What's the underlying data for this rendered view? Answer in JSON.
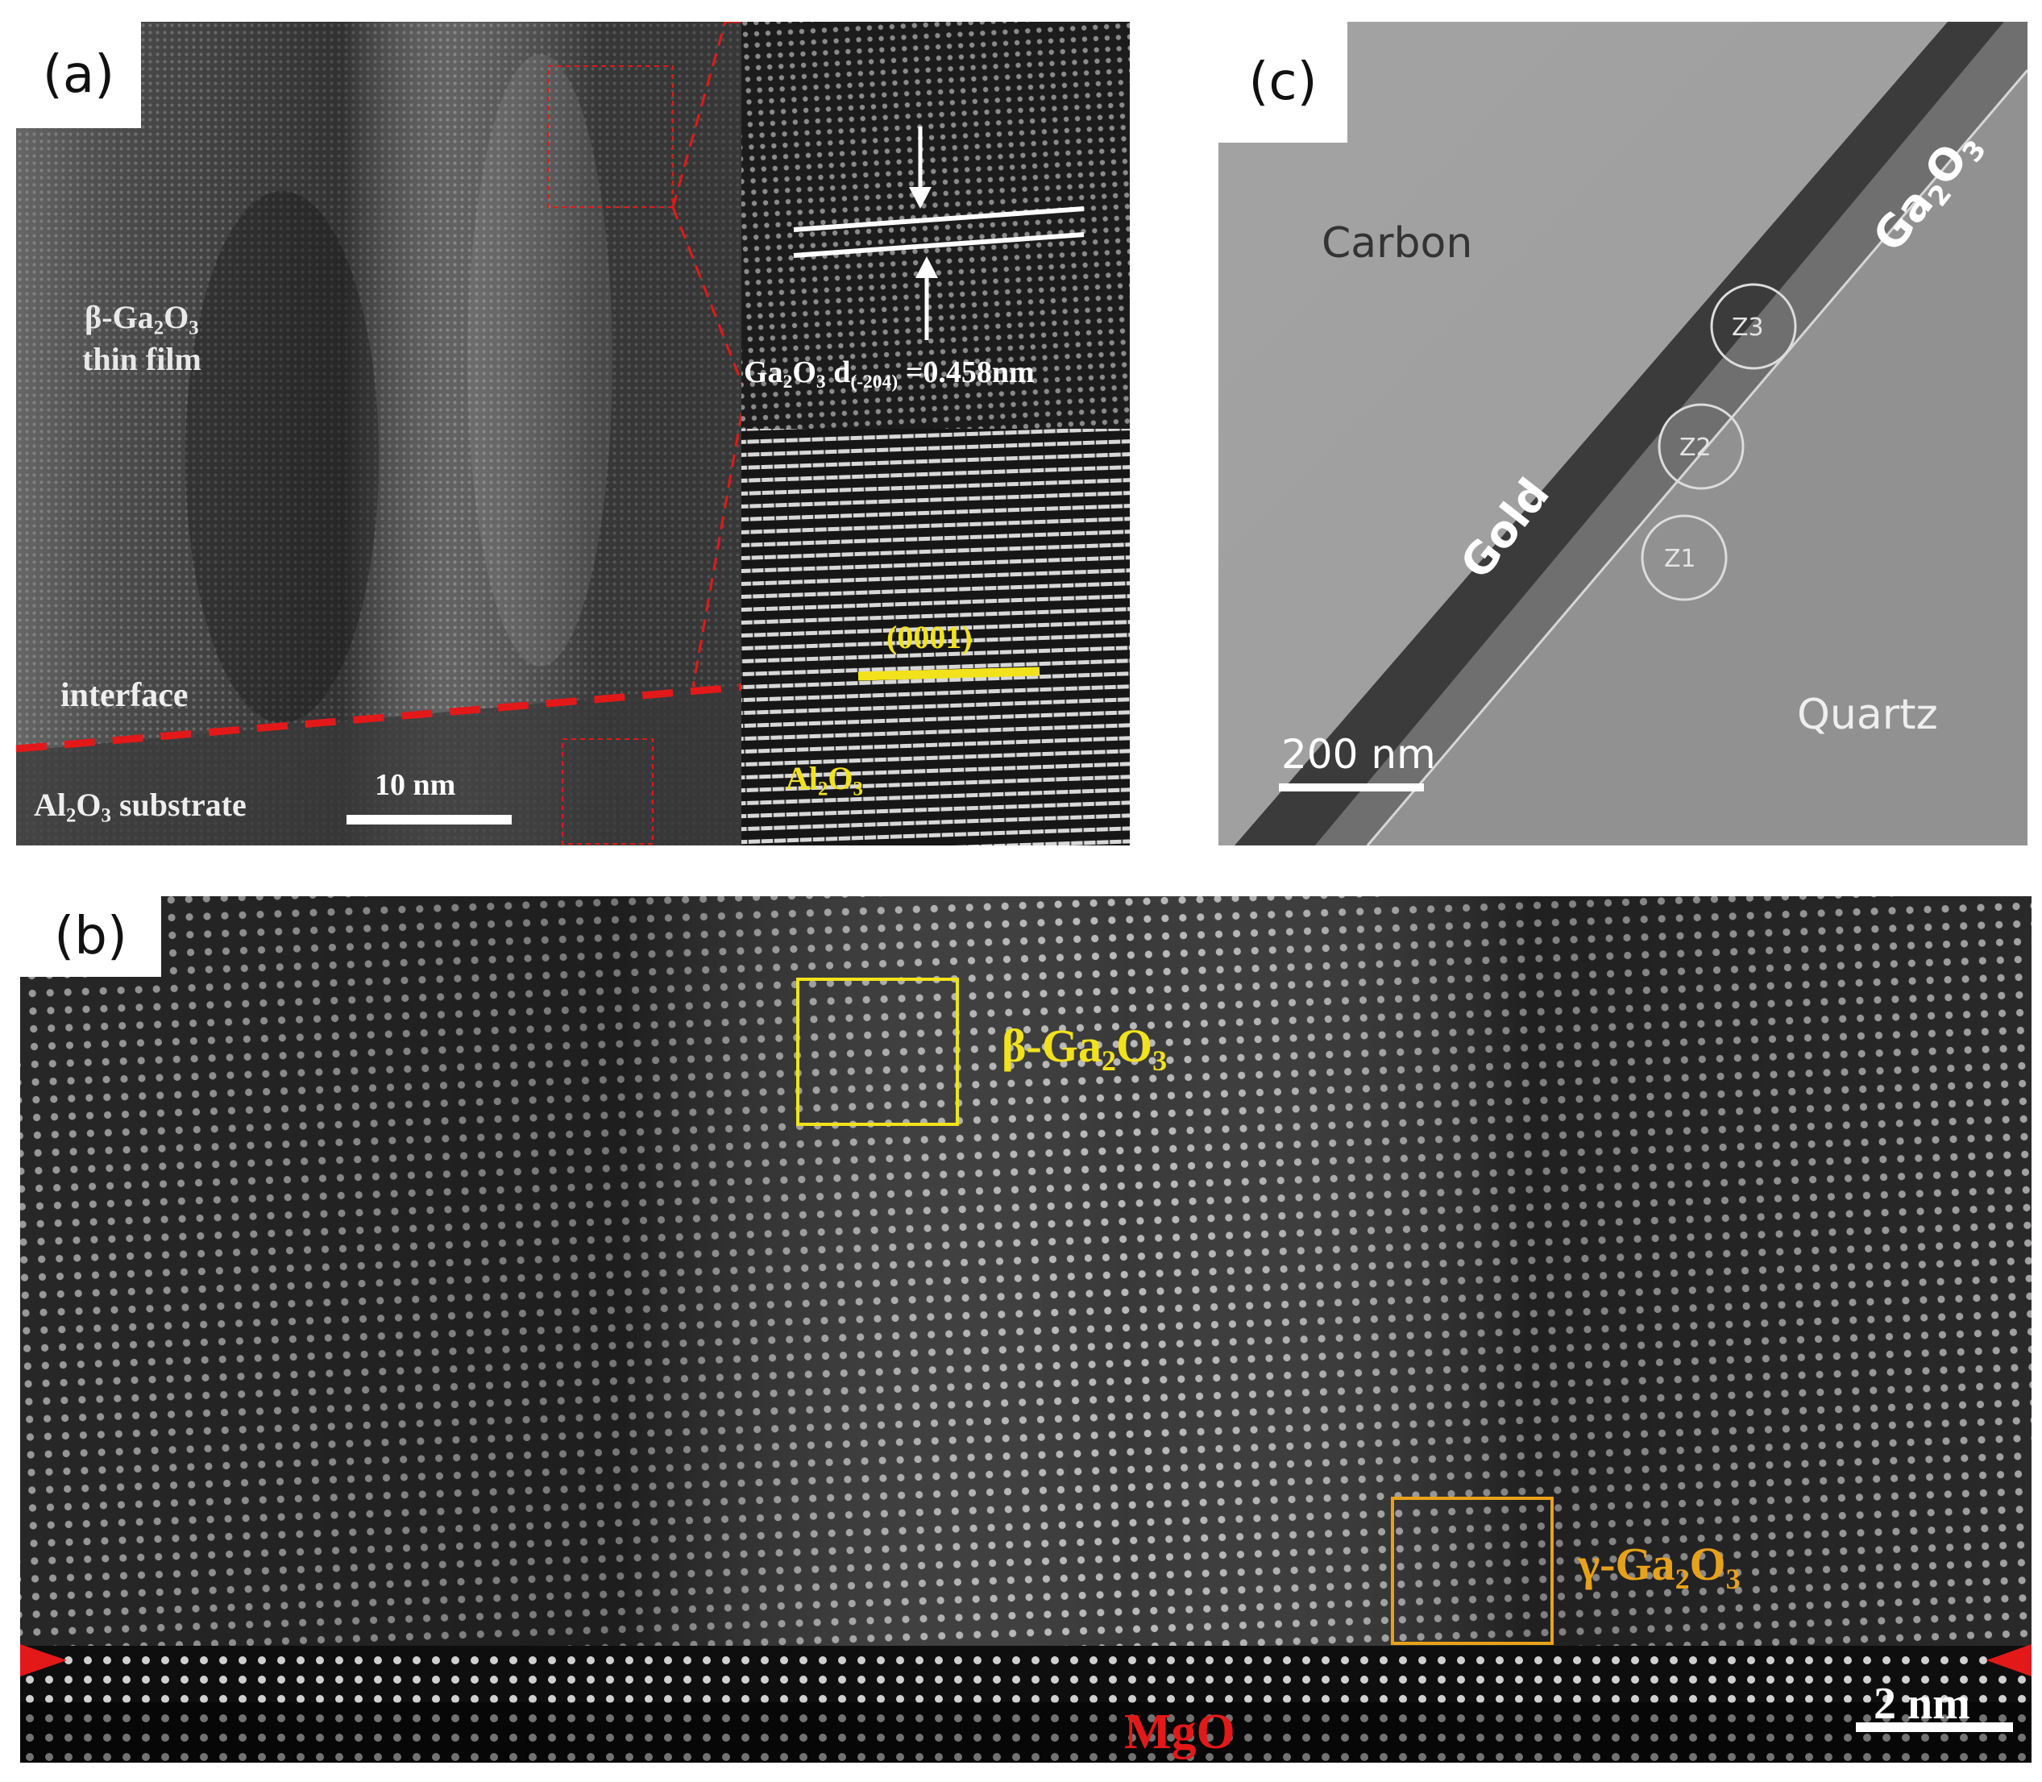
{
  "colors": {
    "red_marker": "#e31919",
    "yellow_label": "#f2e21b",
    "orange_label": "#e8a21a",
    "white_text": "#ffffff"
  },
  "panel_a": {
    "tag": "(a)",
    "film_label_line1": "β-Ga",
    "film_label_sub1": "2",
    "film_label_mid": "O",
    "film_label_sub2": "3",
    "film_label_line2": "thin film",
    "interface_label": "interface",
    "substrate_al": "Al",
    "substrate_sub1": "2",
    "substrate_o": "O",
    "substrate_sub2": "3",
    "substrate_rest": " substrate",
    "scale_bar": "10 nm",
    "inset_top_ga": "Ga",
    "inset_top_sub1": "2",
    "inset_top_o": "O",
    "inset_top_sub2": "3",
    "inset_top_d": " d",
    "inset_top_index": "(-204)",
    "inset_top_value": " =0.458nm",
    "inset_bottom_plane": "(0001)",
    "inset_bottom_al": "Al",
    "inset_bottom_sub1": "2",
    "inset_bottom_o": "O",
    "inset_bottom_sub2": "3"
  },
  "panel_b": {
    "tag": "(b)",
    "beta_prefix": "β-Ga",
    "beta_sub1": "2",
    "beta_o": "O",
    "beta_sub2": "3",
    "gamma_prefix": "γ-Ga",
    "gamma_sub1": "2",
    "gamma_o": "O",
    "gamma_sub2": "3",
    "substrate_label": "MgO",
    "scale_bar": "2 nm"
  },
  "panel_c": {
    "tag": "(c)",
    "carbon_label": "Carbon",
    "gold_label": "Gold",
    "ga2o3_prefix": "Ga",
    "ga2o3_sub1": "2",
    "ga2o3_o": "O",
    "ga2o3_sub2": "3",
    "quartz_label": "Quartz",
    "zones": [
      "Z3",
      "Z2",
      "Z1"
    ],
    "scale_bar": "200 nm"
  }
}
